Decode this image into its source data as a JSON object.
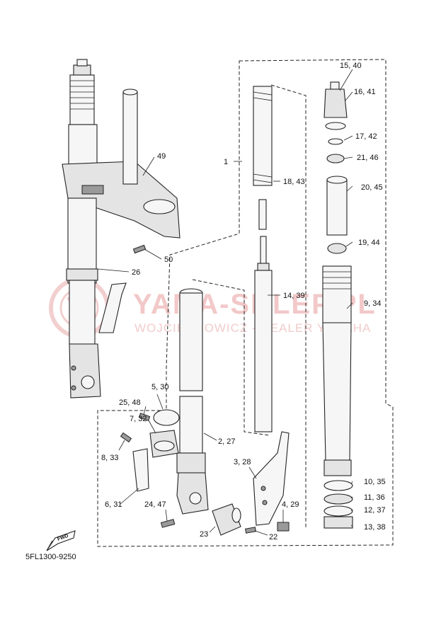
{
  "diagram": {
    "part_code": "5FL1300-9250",
    "fwd_label": "FWD",
    "watermark": {
      "title": "YAMA-SKLEP.PL",
      "subtitle": "WOJCIECHOWICZ - DEALER YAMAHA"
    },
    "callouts": {
      "c1": "1",
      "c15_40": "15, 40",
      "c16_41": "16, 41",
      "c17_42": "17, 42",
      "c21_46": "21, 46",
      "c20_45": "20, 45",
      "c19_44": "19, 44",
      "c9_34": "9, 34",
      "c10_35": "10, 35",
      "c11_36": "11, 36",
      "c12_37": "12, 37",
      "c13_38": "13, 38",
      "c18_43": "18, 43",
      "c14_39": "14, 39",
      "c49": "49",
      "c50": "50",
      "c26": "26",
      "c5_30": "5, 30",
      "c25_48": "25, 48",
      "c7_32": "7, 32",
      "c8_33": "8, 33",
      "c6_31": "6, 31",
      "c2_27": "2, 27",
      "c3_28": "3, 28",
      "c4_29": "4, 29",
      "c24_47": "24, 47",
      "c23": "23",
      "c22": "22"
    }
  }
}
